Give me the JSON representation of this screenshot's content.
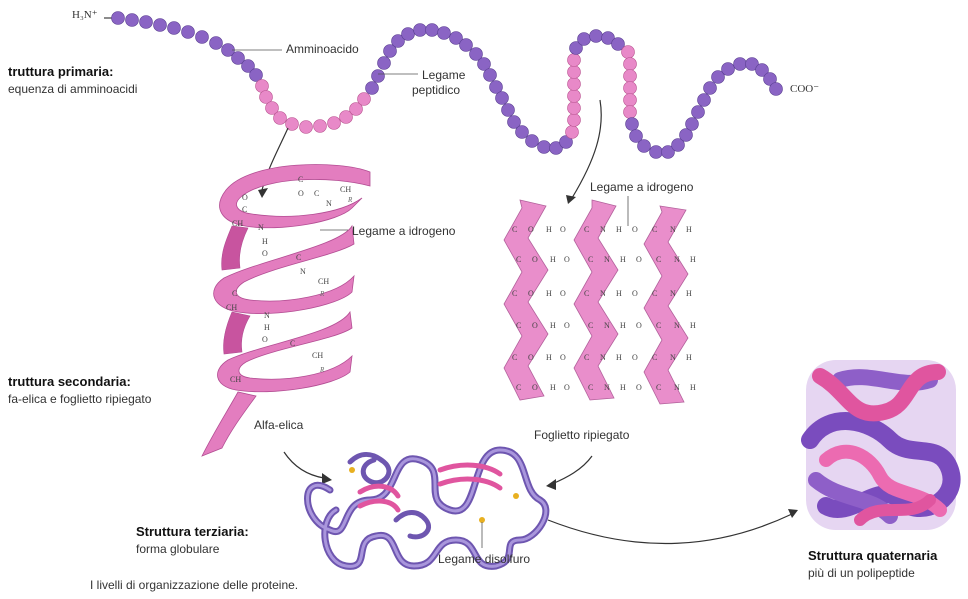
{
  "figure": {
    "caption": "I livelli di organizzazione delle proteine.",
    "colors": {
      "purple_bead": "#8a64c4",
      "pink_bead": "#e889c8",
      "helix_pink": "#e37dbf",
      "sheet_pink": "#e98ecb",
      "tertiary_purple": "#8c74c8",
      "quaternary_purple": "#8e5fc8",
      "quaternary_pink": "#e0559f"
    }
  },
  "primary": {
    "title": "truttura primaria:",
    "subtitle": "equenza di amminoacidi",
    "n_terminus": "H₃N⁺",
    "c_terminus": "COO⁻",
    "label_amino_acid": "Amminoacido",
    "label_peptide_bond_line1": "Legame",
    "label_peptide_bond_line2": "peptidico"
  },
  "secondary": {
    "title": "truttura secondaria:",
    "subtitle": "fa-elica e foglietto ripiegato",
    "label_helix": "Alfa-elica",
    "label_sheet": "Foglietto ripiegato",
    "label_hbond_helix": "Legame a idrogeno",
    "label_hbond_sheet": "Legame a idrogeno"
  },
  "tertiary": {
    "title": "Struttura terziaria:",
    "subtitle": "forma globulare",
    "label_disulfide": "Legame disolfuro"
  },
  "quaternary": {
    "title": "Struttura quaternaria",
    "subtitle": "più di un polipeptide"
  }
}
